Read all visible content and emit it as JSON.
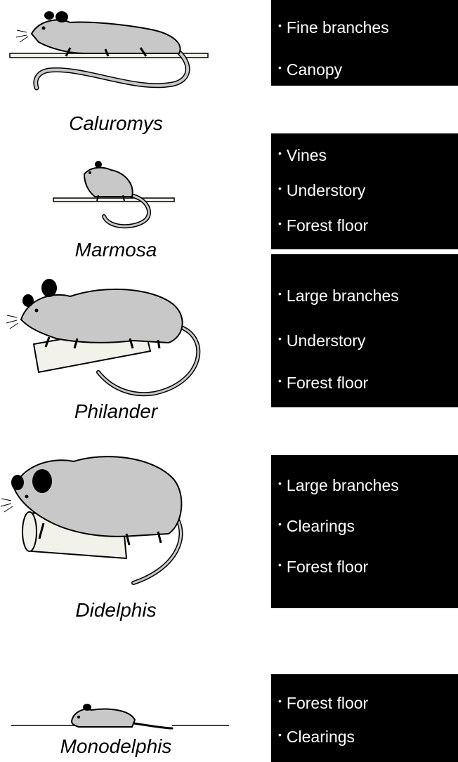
{
  "colors": {
    "fur": "#c8c8c8",
    "ink": "#000000",
    "box": "#000000",
    "box_text": "#ffffff",
    "wood": "#f2f1ea"
  },
  "animals": [
    {
      "genus": "Caluromys",
      "habitats": [
        "Fine branches",
        "Canopy"
      ]
    },
    {
      "genus": "Marmosa",
      "habitats": [
        "Vines",
        "Understory",
        "Forest floor"
      ]
    },
    {
      "genus": "Philander",
      "habitats": [
        "Large branches",
        "Understory",
        "Forest floor"
      ]
    },
    {
      "genus": "Didelphis",
      "habitats": [
        "Large branches",
        "Clearings",
        "Forest floor"
      ]
    },
    {
      "genus": "Monodelphis",
      "habitats": [
        "Forest floor",
        "Clearings"
      ]
    }
  ]
}
